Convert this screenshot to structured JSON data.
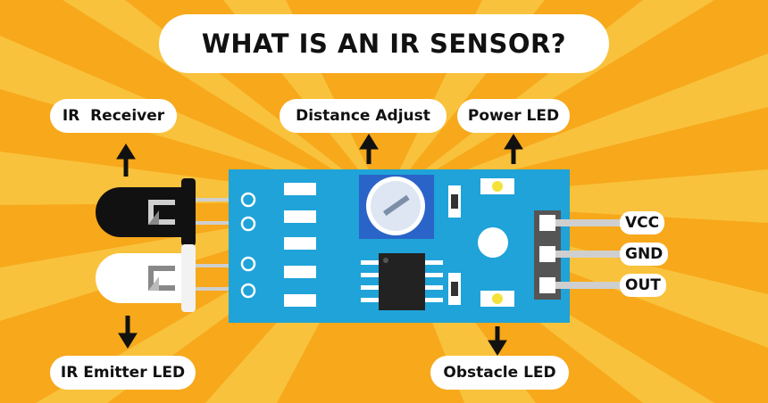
{
  "title": "WHAT IS AN IR SENSOR?",
  "labels": {
    "ir_receiver": "IR  Receiver",
    "distance_adjust": "Distance Adjust",
    "power_led": "Power LED",
    "ir_emitter_led": "IR Emitter LED",
    "obstacle_led": "Obstacle LED"
  },
  "pins": [
    "VCC",
    "GND",
    "OUT"
  ],
  "colors": {
    "background": "#f7a81b",
    "ray": "#f9c23c",
    "board": "#1fa3d8",
    "pcb_dark": "#1585b5",
    "arrow": "#111111",
    "led_on": "#f4e23a"
  }
}
